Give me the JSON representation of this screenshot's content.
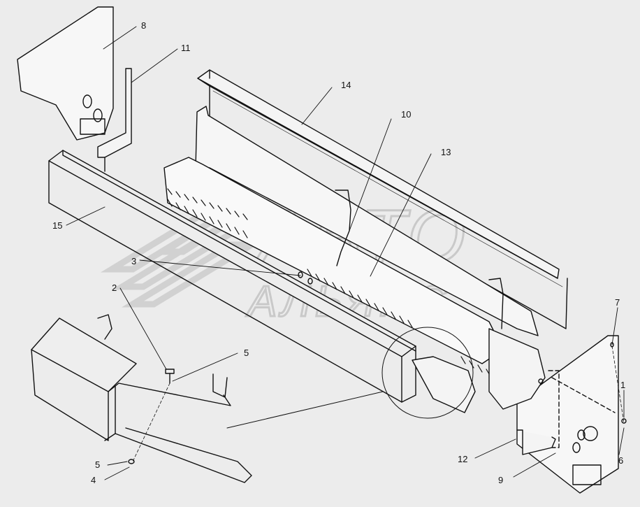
{
  "diagram": {
    "background": "#ececec",
    "line_color": "#111111",
    "callouts": [
      "1",
      "2",
      "3",
      "4",
      "5",
      "5",
      "6",
      "7",
      "8",
      "9",
      "10",
      "11",
      "12",
      "13",
      "14",
      "15"
    ]
  },
  "watermark": {
    "line1": "АВТО",
    "line2": "АЛЬЯНС",
    "color": "#c9c9c9"
  }
}
